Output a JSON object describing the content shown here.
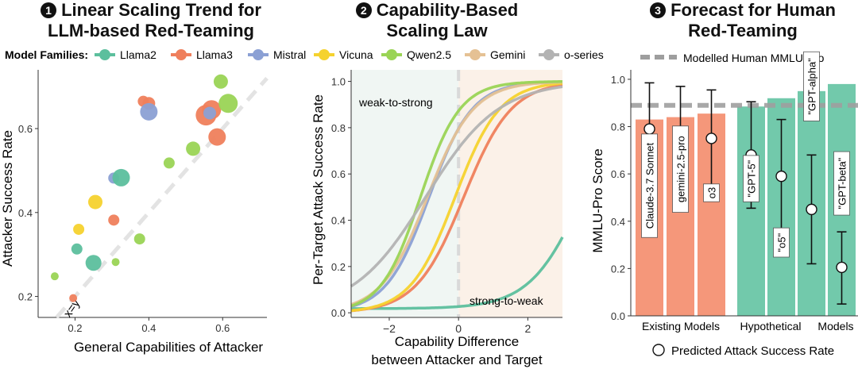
{
  "panels": {
    "p1": {
      "number": "1",
      "title_line1": "Linear Scaling Trend for",
      "title_line2": "LLM-based Red-Teaming"
    },
    "p2": {
      "number": "2",
      "title_line1": "Capability-Based",
      "title_line2": "Scaling Law"
    },
    "p3": {
      "number": "3",
      "title_line1": "Forecast for Human",
      "title_line2": "Red-Teaming"
    }
  },
  "legend": {
    "label": "Model Families:",
    "families": [
      {
        "name": "Llama2",
        "color": "#5cbf9d"
      },
      {
        "name": "Llama3",
        "color": "#ef7f5c"
      },
      {
        "name": "Mistral",
        "color": "#8ba0d4"
      },
      {
        "name": "Vicuna",
        "color": "#f5d22e"
      },
      {
        "name": "Qwen2.5",
        "color": "#9ad455"
      },
      {
        "name": "Gemini",
        "color": "#e5c194"
      },
      {
        "name": "o-series",
        "color": "#b3b3b3"
      }
    ],
    "human_line_label": "Modelled Human MMLU-Pro"
  },
  "chart_data": [
    {
      "type": "scatter",
      "xlabel": "General Capabilities of Attacker",
      "ylabel": "Attacker Success Rate",
      "xlim": [
        0.1,
        0.72
      ],
      "ylim": [
        0.15,
        0.74
      ],
      "xticks": [
        "0.2",
        "0.4",
        "0.6"
      ],
      "yticks": [
        "0.2",
        "0.4",
        "0.6"
      ],
      "diagonal_label": "x=y",
      "points": [
        {
          "x": 0.145,
          "y": 0.248,
          "s": 5,
          "family": "Qwen2.5"
        },
        {
          "x": 0.195,
          "y": 0.196,
          "s": 5,
          "family": "Llama3"
        },
        {
          "x": 0.205,
          "y": 0.313,
          "s": 7,
          "family": "Llama2"
        },
        {
          "x": 0.21,
          "y": 0.36,
          "s": 7,
          "family": "Vicuna"
        },
        {
          "x": 0.25,
          "y": 0.28,
          "s": 10,
          "family": "Llama2"
        },
        {
          "x": 0.255,
          "y": 0.425,
          "s": 9,
          "family": "Vicuna"
        },
        {
          "x": 0.31,
          "y": 0.282,
          "s": 5,
          "family": "Qwen2.5"
        },
        {
          "x": 0.305,
          "y": 0.382,
          "s": 7,
          "family": "Llama3"
        },
        {
          "x": 0.305,
          "y": 0.482,
          "s": 7,
          "family": "Mistral"
        },
        {
          "x": 0.325,
          "y": 0.483,
          "s": 11,
          "family": "Llama2"
        },
        {
          "x": 0.375,
          "y": 0.337,
          "s": 7,
          "family": "Qwen2.5"
        },
        {
          "x": 0.385,
          "y": 0.665,
          "s": 7,
          "family": "Llama3"
        },
        {
          "x": 0.4,
          "y": 0.66,
          "s": 8,
          "family": "Llama3"
        },
        {
          "x": 0.4,
          "y": 0.64,
          "s": 11,
          "family": "Mistral"
        },
        {
          "x": 0.455,
          "y": 0.518,
          "s": 7,
          "family": "Qwen2.5"
        },
        {
          "x": 0.52,
          "y": 0.552,
          "s": 9,
          "family": "Qwen2.5"
        },
        {
          "x": 0.555,
          "y": 0.632,
          "s": 13,
          "family": "Llama3"
        },
        {
          "x": 0.57,
          "y": 0.645,
          "s": 12,
          "family": "Llama3"
        },
        {
          "x": 0.565,
          "y": 0.637,
          "s": 8,
          "family": "Mistral"
        },
        {
          "x": 0.585,
          "y": 0.58,
          "s": 11,
          "family": "Llama3"
        },
        {
          "x": 0.595,
          "y": 0.712,
          "s": 9,
          "family": "Qwen2.5"
        },
        {
          "x": 0.615,
          "y": 0.66,
          "s": 12,
          "family": "Qwen2.5"
        }
      ]
    },
    {
      "type": "line",
      "xlabel_line1": "Capability Difference",
      "xlabel_line2": "between Attacker and Target",
      "ylabel": "Per-Target Attack  Success Rate",
      "xlim": [
        -3.1,
        3.0
      ],
      "ylim": [
        -0.02,
        1.05
      ],
      "xticks": [
        -2,
        0,
        2
      ],
      "yticks": [
        0.0,
        0.2,
        0.4,
        0.6,
        0.8,
        1.0
      ],
      "region_labels": {
        "left": "weak-to-strong",
        "right": "strong-to-weak"
      },
      "series": [
        {
          "family": "Llama2",
          "mid": 3.6,
          "slope": 1.3,
          "floor": 0.018,
          "ceil": 1.0
        },
        {
          "family": "Llama3",
          "mid": 0.15,
          "slope": 1.45,
          "floor": 0.0,
          "ceil": 1.0
        },
        {
          "family": "Vicuna",
          "mid": -0.1,
          "slope": 1.55,
          "floor": 0.0,
          "ceil": 1.0
        },
        {
          "family": "Mistral",
          "mid": -0.85,
          "slope": 1.6,
          "floor": 0.0,
          "ceil": 1.0
        },
        {
          "family": "Gemini",
          "mid": -0.9,
          "slope": 1.5,
          "floor": 0.0,
          "ceil": 1.0
        },
        {
          "family": "Qwen2.5",
          "mid": -1.1,
          "slope": 1.75,
          "floor": 0.0,
          "ceil": 1.0
        },
        {
          "family": "o-series",
          "mid": -0.95,
          "slope": 0.95,
          "floor": 0.0,
          "ceil": 1.0
        }
      ]
    },
    {
      "type": "bar",
      "ylabel": "MMLU-Pro Score",
      "ylim": [
        0.0,
        1.04
      ],
      "yticks": [
        "0.0",
        "0.2",
        "0.4",
        "0.6",
        "0.8",
        "1.0"
      ],
      "human_line": 0.89,
      "group_labels": [
        "Existing Models",
        "Hypothetical",
        "Models"
      ],
      "legend_marker_label": "Predicted Attack Success Rate",
      "bars": [
        {
          "label": "Claude-3.7 Sonnet",
          "value": 0.83,
          "group": "existing",
          "pred": 0.79,
          "lo": 0.6,
          "hi": 0.985,
          "label_y": 0.55
        },
        {
          "label": "gemini-2.5-pro",
          "value": 0.84,
          "group": "existing",
          "pred": 0.77,
          "lo": 0.57,
          "hi": 0.97,
          "label_y": 0.62
        },
        {
          "label": "o3",
          "value": 0.855,
          "group": "existing",
          "pred": 0.75,
          "lo": 0.55,
          "hi": 0.955,
          "label_y": 0.52
        },
        {
          "label": "\"GPT-5\"",
          "value": 0.885,
          "group": "hypothetical",
          "pred": 0.68,
          "lo": 0.455,
          "hi": 0.905,
          "label_y": 0.58
        },
        {
          "label": "\"o5\"",
          "value": 0.92,
          "group": "hypothetical",
          "pred": 0.59,
          "lo": 0.36,
          "hi": 0.83,
          "label_y": 0.31
        },
        {
          "label": "\"GPT-alpha\"",
          "value": 0.95,
          "group": "hypothetical",
          "pred": 0.45,
          "lo": 0.22,
          "hi": 0.68,
          "label_y": 0.97
        },
        {
          "label": "\"GPT-beta\"",
          "value": 0.98,
          "group": "hypothetical",
          "pred": 0.205,
          "lo": 0.05,
          "hi": 0.355,
          "label_y": 0.56
        }
      ],
      "colors": {
        "existing": "#f5977a",
        "hypothetical": "#72c9ab"
      }
    }
  ]
}
